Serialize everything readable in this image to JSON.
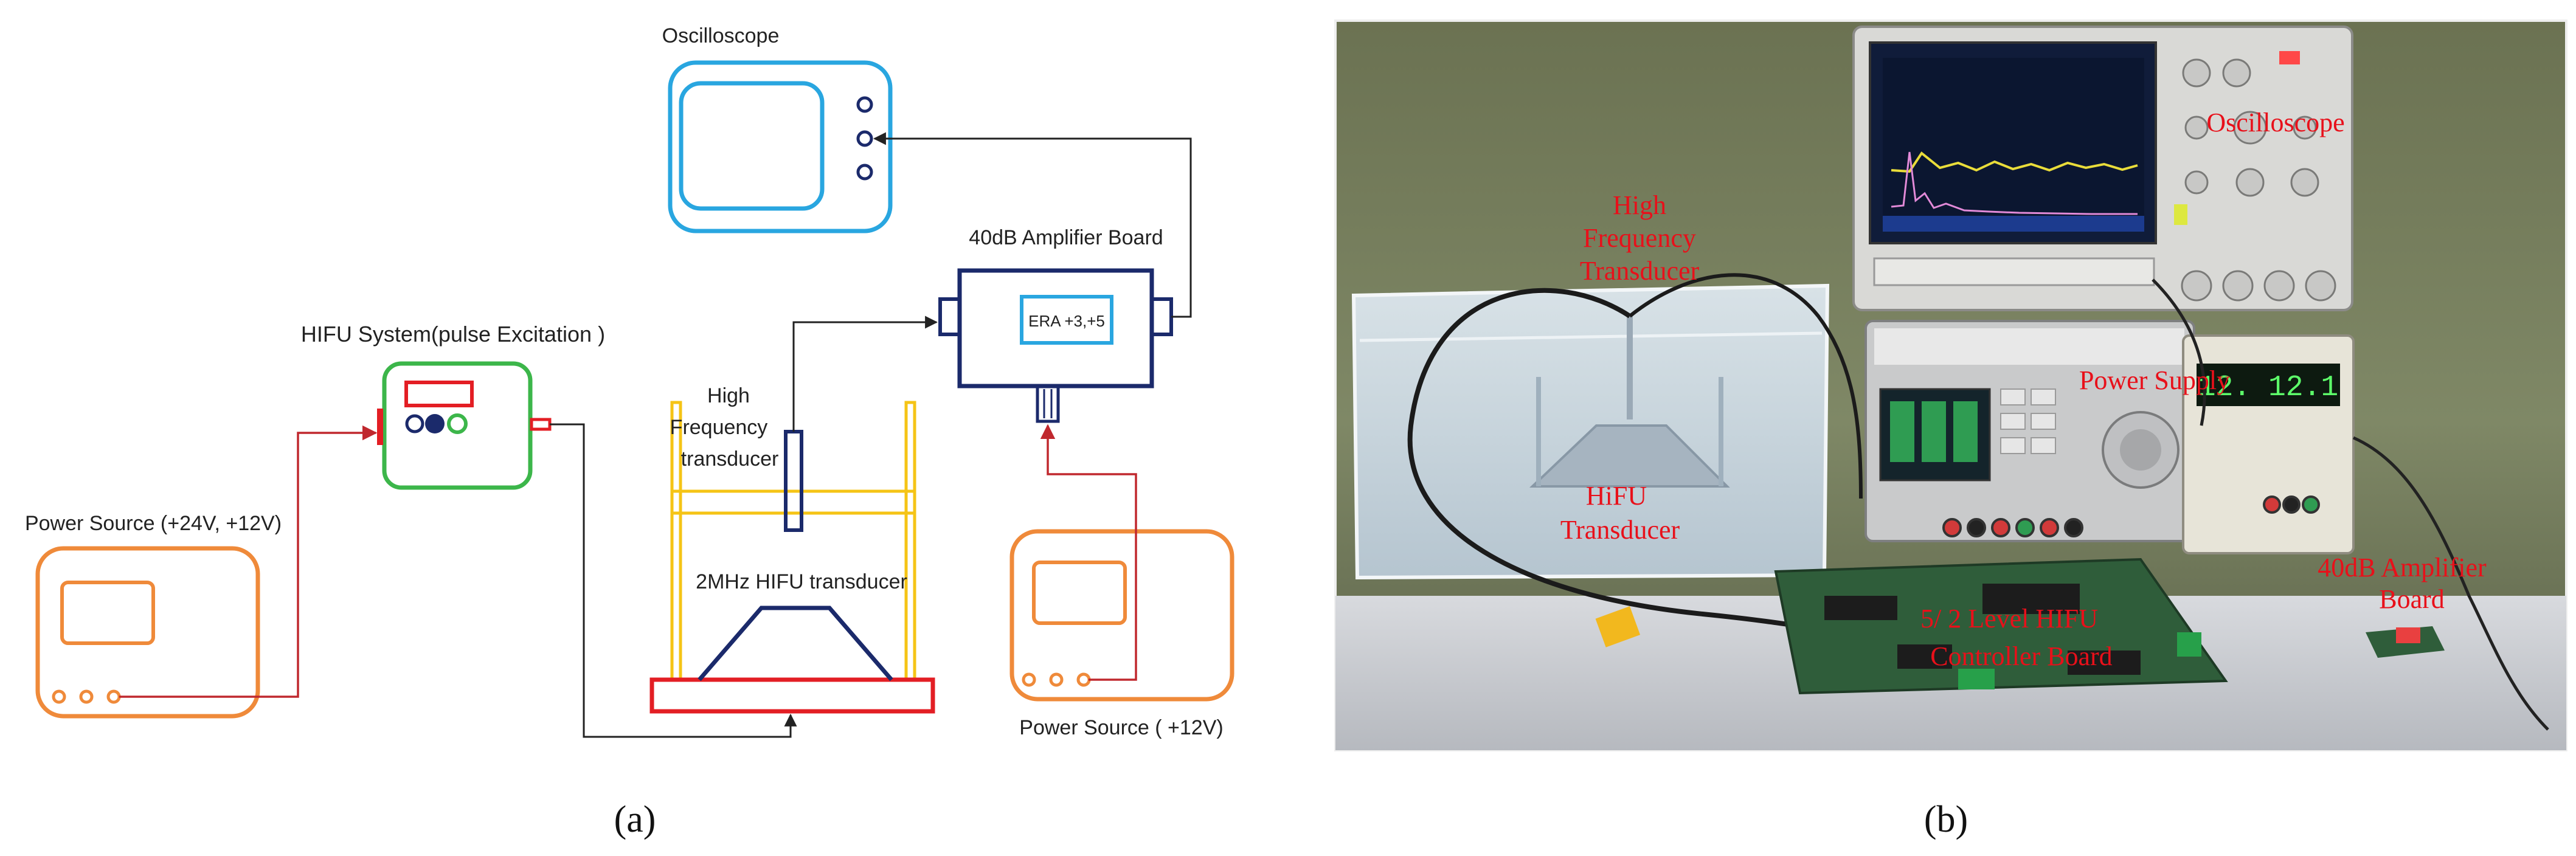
{
  "panel_a": {
    "oscilloscope_label": "Oscilloscope",
    "amplifier_label": "40dB  Amplifier Board",
    "amplifier_chip": "ERA +3,+5",
    "hifu_system_label": "HIFU System(pulse  Excitation )",
    "hf_transducer_label": [
      "High",
      "Frequency",
      "transducer"
    ],
    "hifu_transducer_label": "2MHz HIFU transducer",
    "power_left_label": "Power Source (+24V, +12V)",
    "power_right_label": "Power Source ( +12V)",
    "caption": "(a)"
  },
  "panel_b": {
    "labels": {
      "high_freq": [
        "High",
        "Frequency",
        "Transducer"
      ],
      "oscilloscope": "Oscilloscope",
      "power_supply": "Power Supply",
      "hifu_transducer": [
        "HiFU",
        "Transducer"
      ],
      "amplifier": [
        "40dB Amplifier",
        "Board"
      ],
      "controller": [
        "5/ 2 Level HIFU",
        "Controller Board"
      ]
    },
    "psu_readout": "12.  12.1",
    "caption": "(b)"
  },
  "colors": {
    "oscilloscope": "#29a6e0",
    "amplifier": "#1b2a6b",
    "hifu_system": "#3cb64a",
    "red": "#e31e24",
    "power": "#ef8a3a",
    "frame": "#f5c416",
    "label_red": "#e8101a"
  }
}
